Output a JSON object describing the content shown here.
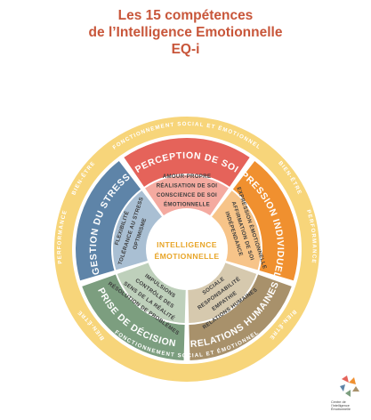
{
  "title": {
    "line1": "Les 15 compétences",
    "line2": "de l’Intelligence Emotionnelle",
    "line3": "EQ-i"
  },
  "center": {
    "line1": "INTELLIGENCE",
    "line2": "ÉMOTIONNELLE"
  },
  "outer_ring": {
    "top": "FONCTIONNEMENT SOCIAL ET ÉMOTIONNEL",
    "bottom": "FONCTIONNEMENT SOCIAL ET ÉMOTIONNEL",
    "bien_etre_label": "BIEN-ÊTRE",
    "performance_label": "PERFORMANCE"
  },
  "composites": [
    {
      "key": "perception",
      "label": "PERCEPTION DE SOI",
      "color": "#e5635a",
      "light": "#f4aaa0",
      "skills": [
        "AMOUR-PROPRE",
        "RÉALISATION DE SOI",
        "CONSCIENCE DE SOI",
        "ÉMOTIONNELLE"
      ]
    },
    {
      "key": "expression",
      "label": "EXPRESSION INDIVIDUELLE",
      "color": "#f0902f",
      "light": "#f7c489",
      "skills": [
        "EXPRESSION ÉMOTIONNELLE",
        "AFFIRMATION DE SOI",
        "INDÉPENDANCE"
      ]
    },
    {
      "key": "relations",
      "label": "RELATIONS HUMAINES",
      "color": "#a8916b",
      "light": "#d6c9ae",
      "skills": [
        "RELATIONS HUMAINES",
        "EMPATHIE",
        "RESPONSABILITÉ",
        "SOCIALE"
      ]
    },
    {
      "key": "decision",
      "label": "PRISE DE DÉCISION",
      "color": "#7c9e7f",
      "light": "#bed0bb",
      "skills": [
        "RÉSOLUTION DE PROBLÈMES",
        "SENS DE LA RÉALITÉ",
        "CONTRÔLE DES",
        "IMPULSIONS"
      ]
    },
    {
      "key": "stress",
      "label": "GESTION DU STRESS",
      "color": "#5e84a8",
      "light": "#a9bfd3",
      "skills": [
        "FLEXIBILITÉ",
        "TOLÉRANCE AU STRESS",
        "OPTIMISME"
      ]
    }
  ],
  "logo": {
    "line1": "Centre de",
    "line2": "l’Intelligence",
    "line3": "Émotionnelle"
  },
  "colors": {
    "title": "#c8563a",
    "ring": "#f7d57a",
    "ring_text": "#ffffff",
    "center_text": "#e8a528"
  }
}
